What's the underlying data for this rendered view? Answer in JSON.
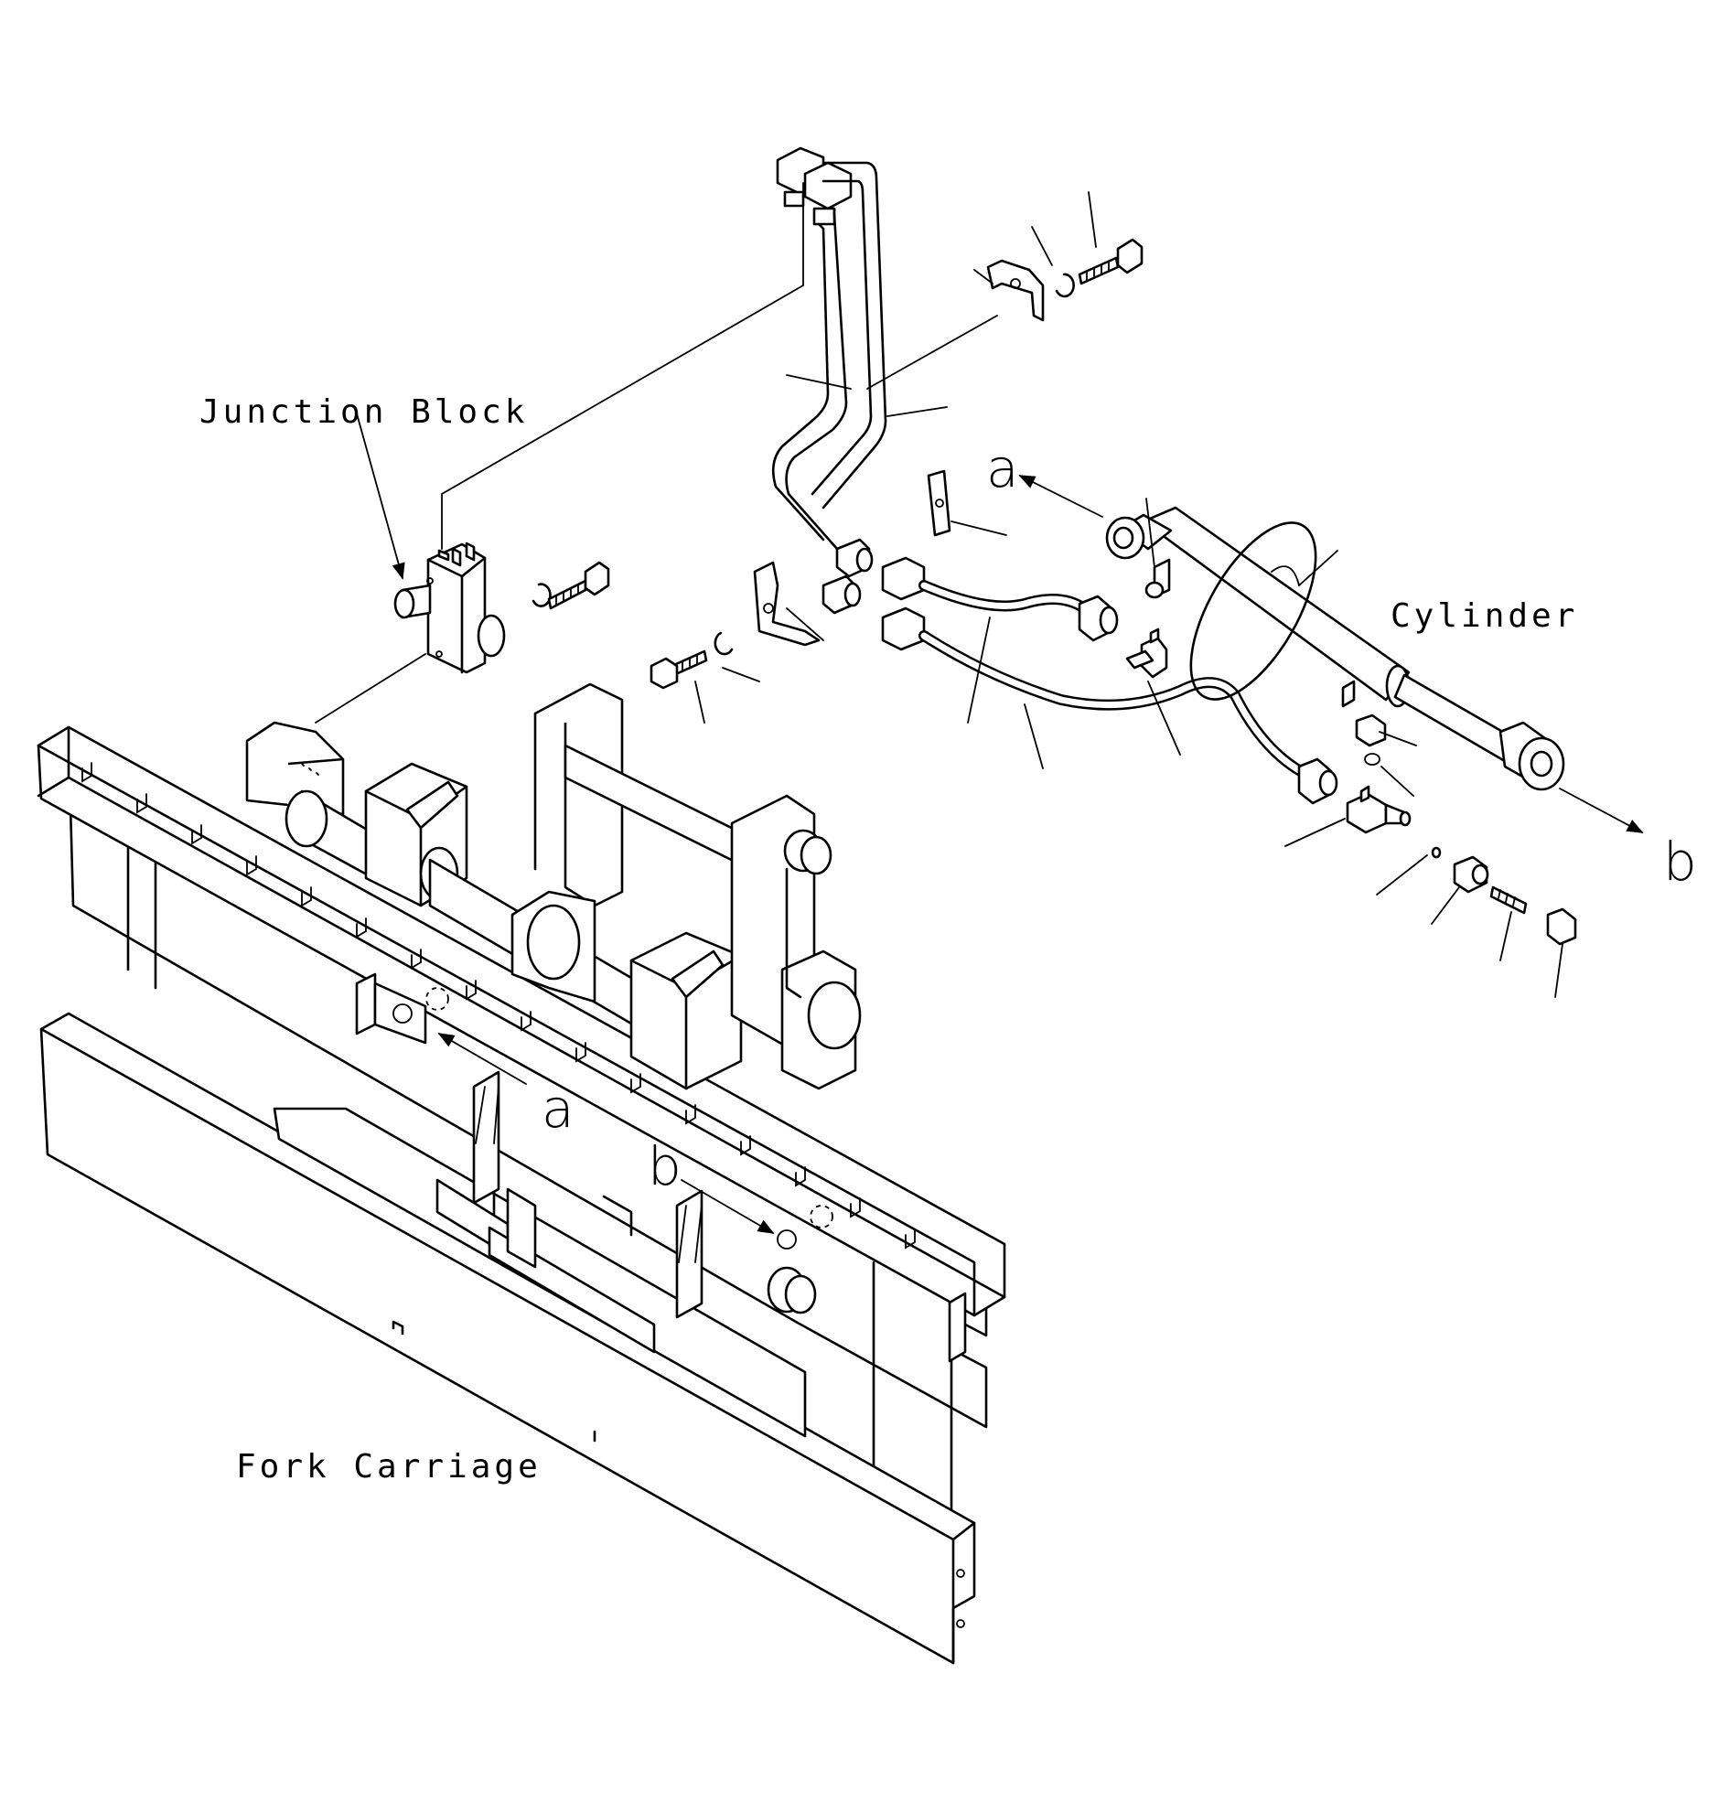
{
  "labels": {
    "junction_block": "Junction Block",
    "cylinder": "Cylinder",
    "fork_carriage": "Fork Carriage"
  },
  "markers": {
    "a_cylinder": "a",
    "b_cylinder": "b",
    "a_carriage": "a",
    "b_carriage": "b"
  }
}
